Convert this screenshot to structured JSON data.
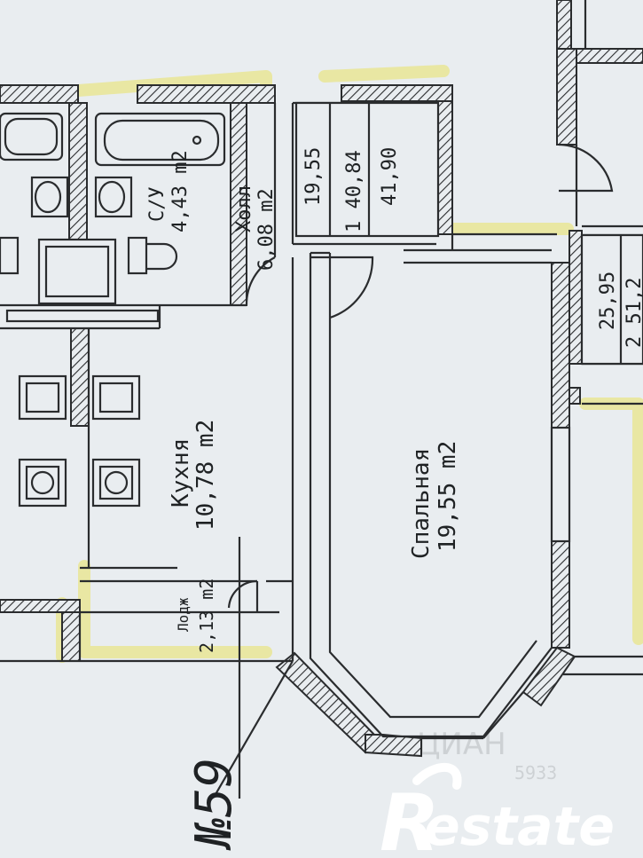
{
  "rooms": {
    "bathroom": {
      "name": "С/У",
      "area": "4,43 m2"
    },
    "hall": {
      "name": "Холл",
      "area": "6,08 m2"
    },
    "kitchen": {
      "name": "Кухня",
      "area": "10,78 m2"
    },
    "bedroom": {
      "name": "Спальная",
      "area": "19,55 m2"
    },
    "loggia": {
      "name": "Лодж",
      "area": "2,13 m2"
    }
  },
  "apartment_summary": {
    "living_area": "19,55",
    "rooms_and_total": "1 40,84",
    "total_area": "41,90"
  },
  "neighbor_summary": {
    "living_area": "25,95",
    "rooms_and_total": "2 51,2"
  },
  "plan_number": "№59",
  "watermark": {
    "logo": "Restate",
    "faint_text": "ЦИАН",
    "faint_code": "5933"
  }
}
